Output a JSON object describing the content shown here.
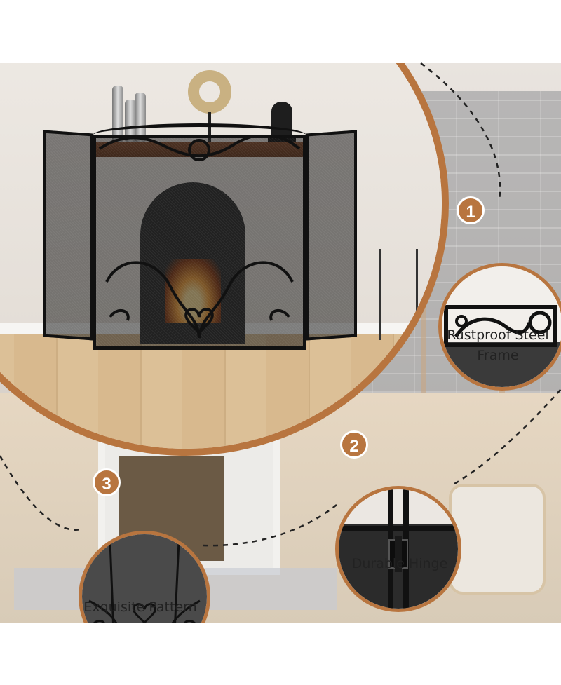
{
  "callouts": [
    {
      "number": "1",
      "caption_lines": [
        "Rustproof Steel",
        "Frame"
      ]
    },
    {
      "number": "2",
      "caption_lines": [
        "Durable Hinge"
      ]
    },
    {
      "number": "3",
      "caption_lines": [
        "Exquisite Pattern"
      ]
    }
  ],
  "colors": {
    "accent": "#b8753f",
    "frame_black": "#111111",
    "mantel_wood": "#7a4326"
  },
  "icons": [
    "fire-screen-illustration",
    "scroll-frame-detail",
    "hinge-detail",
    "heart-pattern-detail"
  ]
}
